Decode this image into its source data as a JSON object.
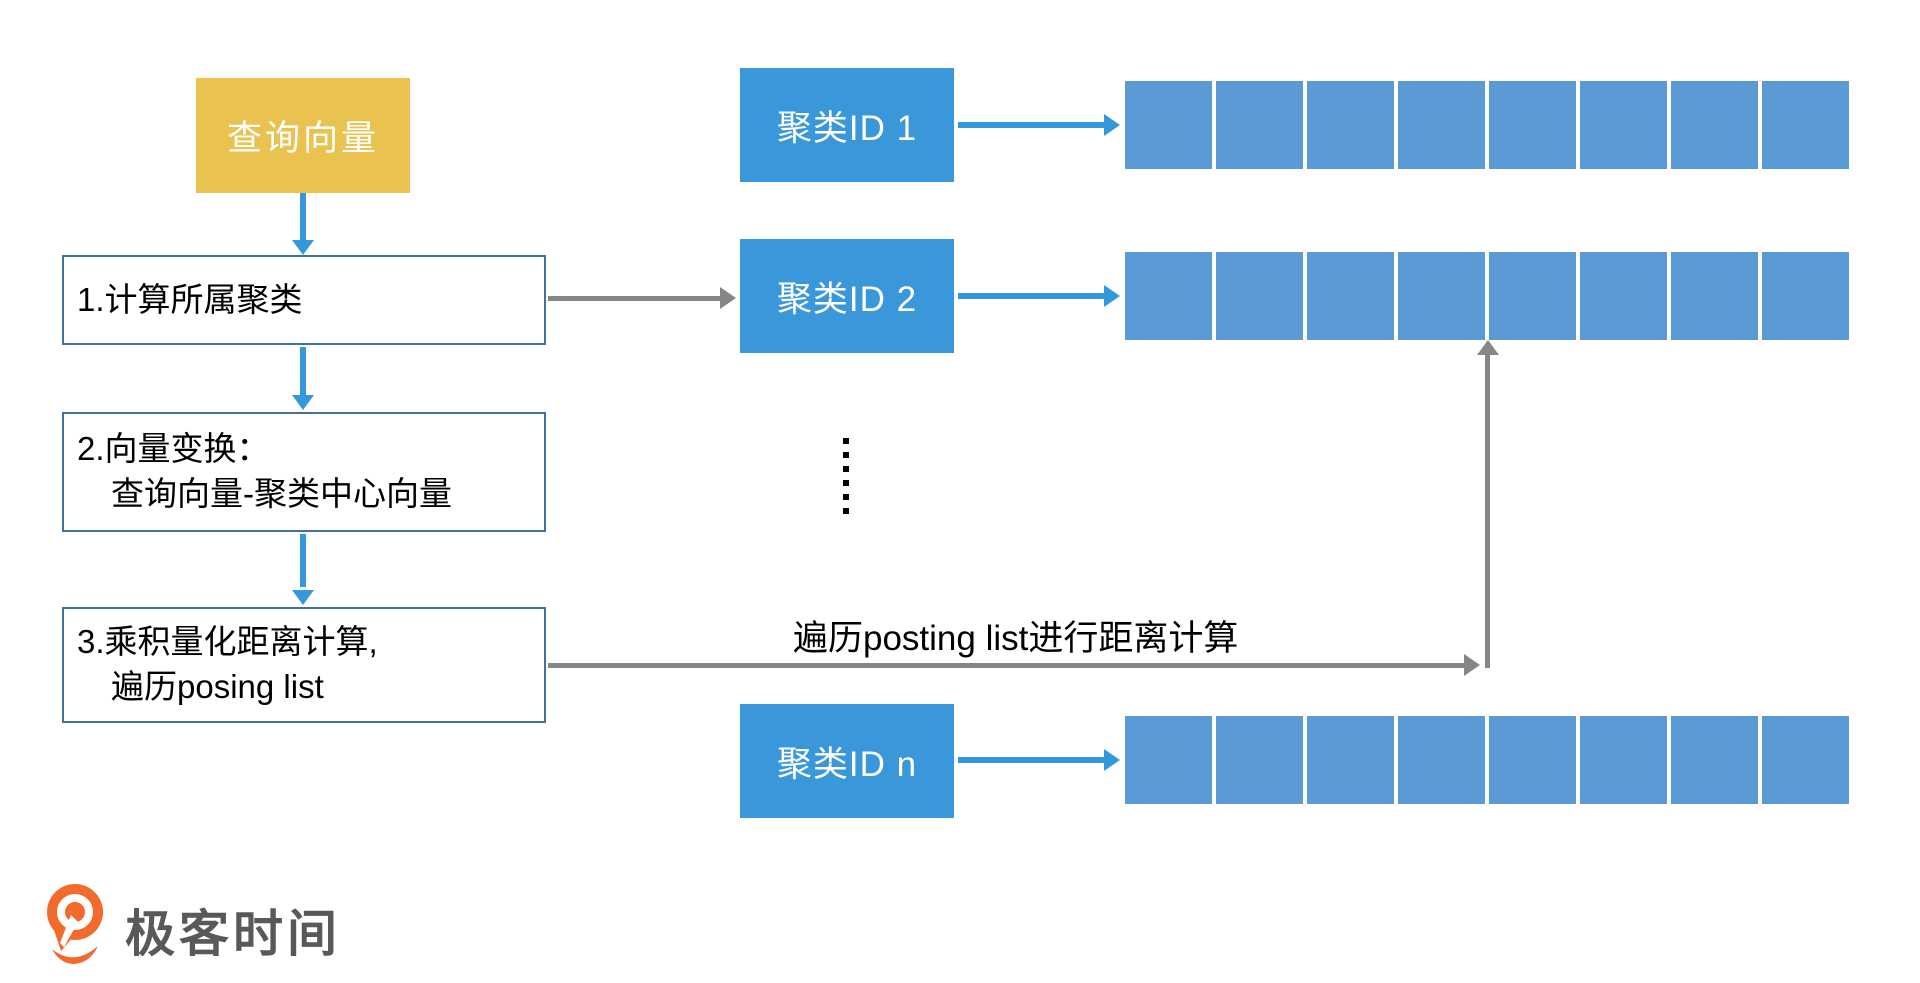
{
  "diagram": {
    "query_box": {
      "label": "查询向量",
      "fill": "#EAC24F"
    },
    "steps": [
      {
        "lines": [
          "1.计算所属聚类"
        ]
      },
      {
        "lines": [
          "2.向量变换：",
          "查询向量-聚类中心向量"
        ]
      },
      {
        "lines": [
          "3.乘积量化距离计算,",
          "遍历posing list"
        ]
      }
    ],
    "clusters": [
      {
        "label": "聚类ID 1"
      },
      {
        "label": "聚类ID 2"
      },
      {
        "label": "聚类ID n"
      }
    ],
    "posting_list": {
      "rows": 3,
      "cells_per_row": 8,
      "cell_color": "#5B9BD5"
    },
    "ellipsis_dots": 6,
    "traverse_label": "遍历posting list进行距离计算",
    "colors": {
      "cluster_fill": "#3A97DA",
      "step_border": "#41719C",
      "blue_arrow": "#3399DB",
      "gray_arrow": "#868686"
    }
  },
  "logo": {
    "text": "极客时间",
    "icon_color": "#F26A2C"
  }
}
